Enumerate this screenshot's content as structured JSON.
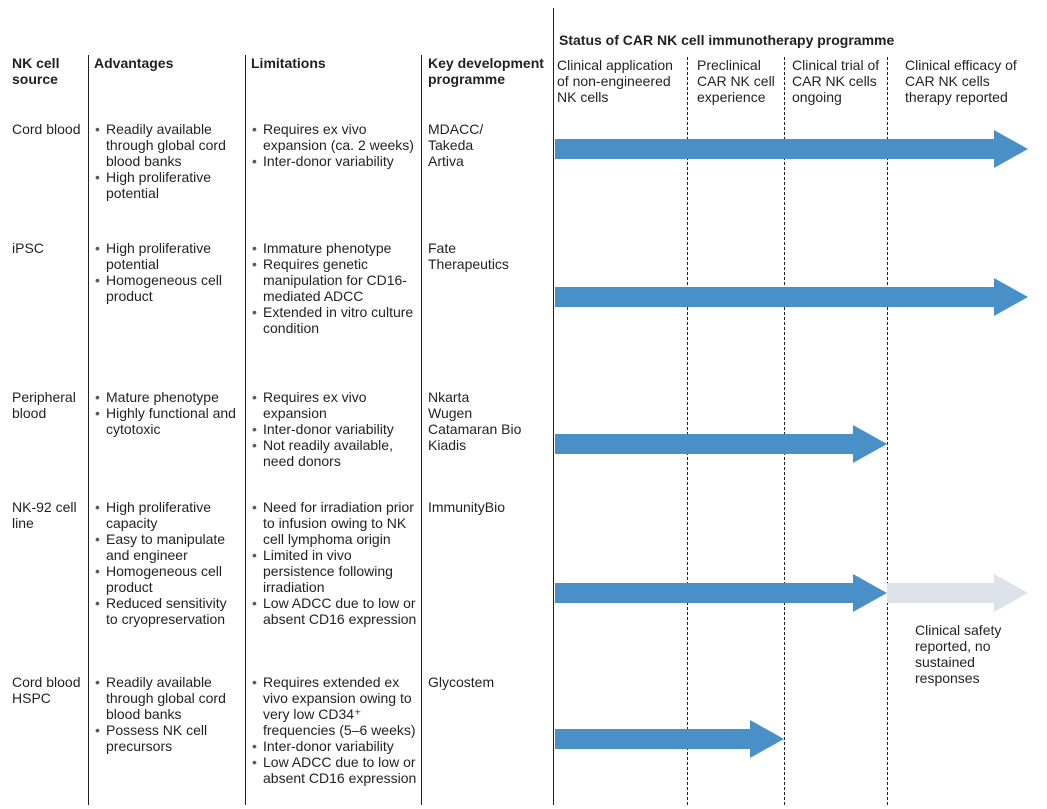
{
  "header": {
    "status_title": "Status of CAR NK cell immunotherapy programme",
    "col_source": "NK cell source",
    "col_advantages": "Advantages",
    "col_limitations": "Limitations",
    "col_programme": "Key development programme",
    "stages": [
      "Clinical application of non-engineered NK cells",
      "Preclinical CAR NK cell experience",
      "Clinical trial of CAR NK cells ongoing",
      "Clinical efficacy of CAR NK cells therapy reported"
    ]
  },
  "rows": [
    {
      "source": "Cord blood",
      "advantages": [
        "Readily available through global cord blood banks",
        "High proliferative potential"
      ],
      "limitations": [
        "Requires ex vivo expansion (ca. 2 weeks)",
        "Inter-donor variability"
      ],
      "programmes": [
        "MDACC/",
        "Takeda",
        "Artiva"
      ],
      "stage_reached": 4
    },
    {
      "source": "iPSC",
      "advantages": [
        "High proliferative potential",
        "Homogeneous cell product"
      ],
      "limitations": [
        "Immature phenotype",
        "Requires genetic manipulation for CD16-mediated ADCC",
        "Extended in vitro culture condition"
      ],
      "programmes": [
        "Fate",
        "Therapeutics"
      ],
      "stage_reached": 4
    },
    {
      "source": "Peripheral blood",
      "advantages": [
        "Mature phenotype",
        "Highly functional and cytotoxic"
      ],
      "limitations": [
        "Requires ex vivo expansion",
        "Inter-donor variability",
        "Not readily available, need donors"
      ],
      "programmes": [
        "Nkarta",
        "Wugen",
        "Catamaran Bio",
        "Kiadis"
      ],
      "stage_reached": 3
    },
    {
      "source": "NK-92 cell line",
      "advantages": [
        "High proliferative capacity",
        "Easy to manipulate and engineer",
        "Homogeneous cell product",
        "Reduced sensitivity to cryopreservation"
      ],
      "limitations": [
        "Need for irradiation prior to infusion owing to NK cell lymphoma origin",
        "Limited in vivo persistence following irradiation",
        "Low ADCC due to low or absent CD16 expression"
      ],
      "programmes": [
        "ImmunityBio"
      ],
      "stage_reached": 3,
      "extension_note": "Clinical safety reported, no sustained responses"
    },
    {
      "source": "Cord blood HSPC",
      "advantages": [
        "Readily available through global cord blood banks",
        "Possess NK cell precursors"
      ],
      "limitations": [
        "Requires extended ex vivo expansion owing to very low CD34⁺ frequencies (5–6 weeks)",
        "Inter-donor variability",
        "Low ADCC due to low or absent CD16 expression"
      ],
      "programmes": [
        "Glycostem"
      ],
      "stage_reached": 2
    }
  ],
  "colors": {
    "arrow": "#4a90c8",
    "arrow_faded": "#dde1e8",
    "text": "#231f20"
  }
}
